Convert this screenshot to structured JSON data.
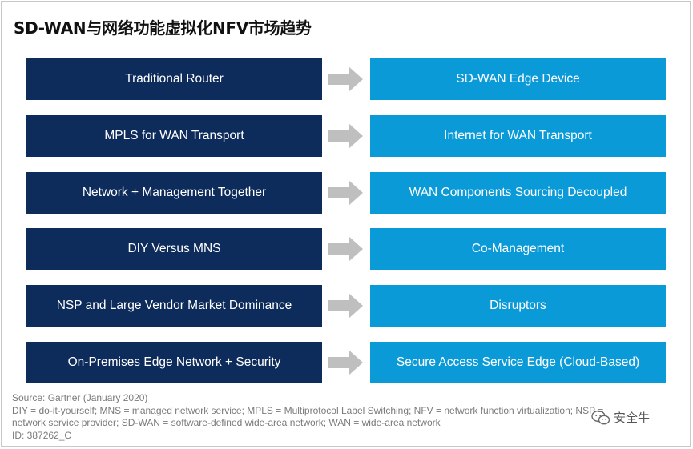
{
  "title": "SD-WAN与网络功能虚拟化NFV市场趋势",
  "colors": {
    "left_box": "#0e2c5b",
    "right_box": "#0b9ad8",
    "arrow": "#bfbfbf"
  },
  "rows": [
    {
      "from": "Traditional Router",
      "to": "SD-WAN Edge Device"
    },
    {
      "from": "MPLS for WAN Transport",
      "to": "Internet for WAN Transport"
    },
    {
      "from": "Network + Management Together",
      "to": "WAN Components Sourcing Decoupled"
    },
    {
      "from": "DIY Versus MNS",
      "to": "Co-Management"
    },
    {
      "from": "NSP and Large Vendor Market Dominance",
      "to": "Disruptors"
    },
    {
      "from": "On-Premises Edge Network + Security",
      "to": "Secure Access Service Edge (Cloud-Based)"
    }
  ],
  "footer": {
    "source": "Source: Gartner (January 2020)",
    "defs_line1": "DIY = do-it-yourself; MNS = managed network service; MPLS = Multiprotocol Label Switching; NFV = network function virtualization; NSP =",
    "defs_line2": "network service provider; SD-WAN = software-defined wide-area network; WAN = wide-area network",
    "id": "ID: 387262_C"
  },
  "watermark": {
    "icon": "wechat-icon",
    "text": "安全牛"
  }
}
